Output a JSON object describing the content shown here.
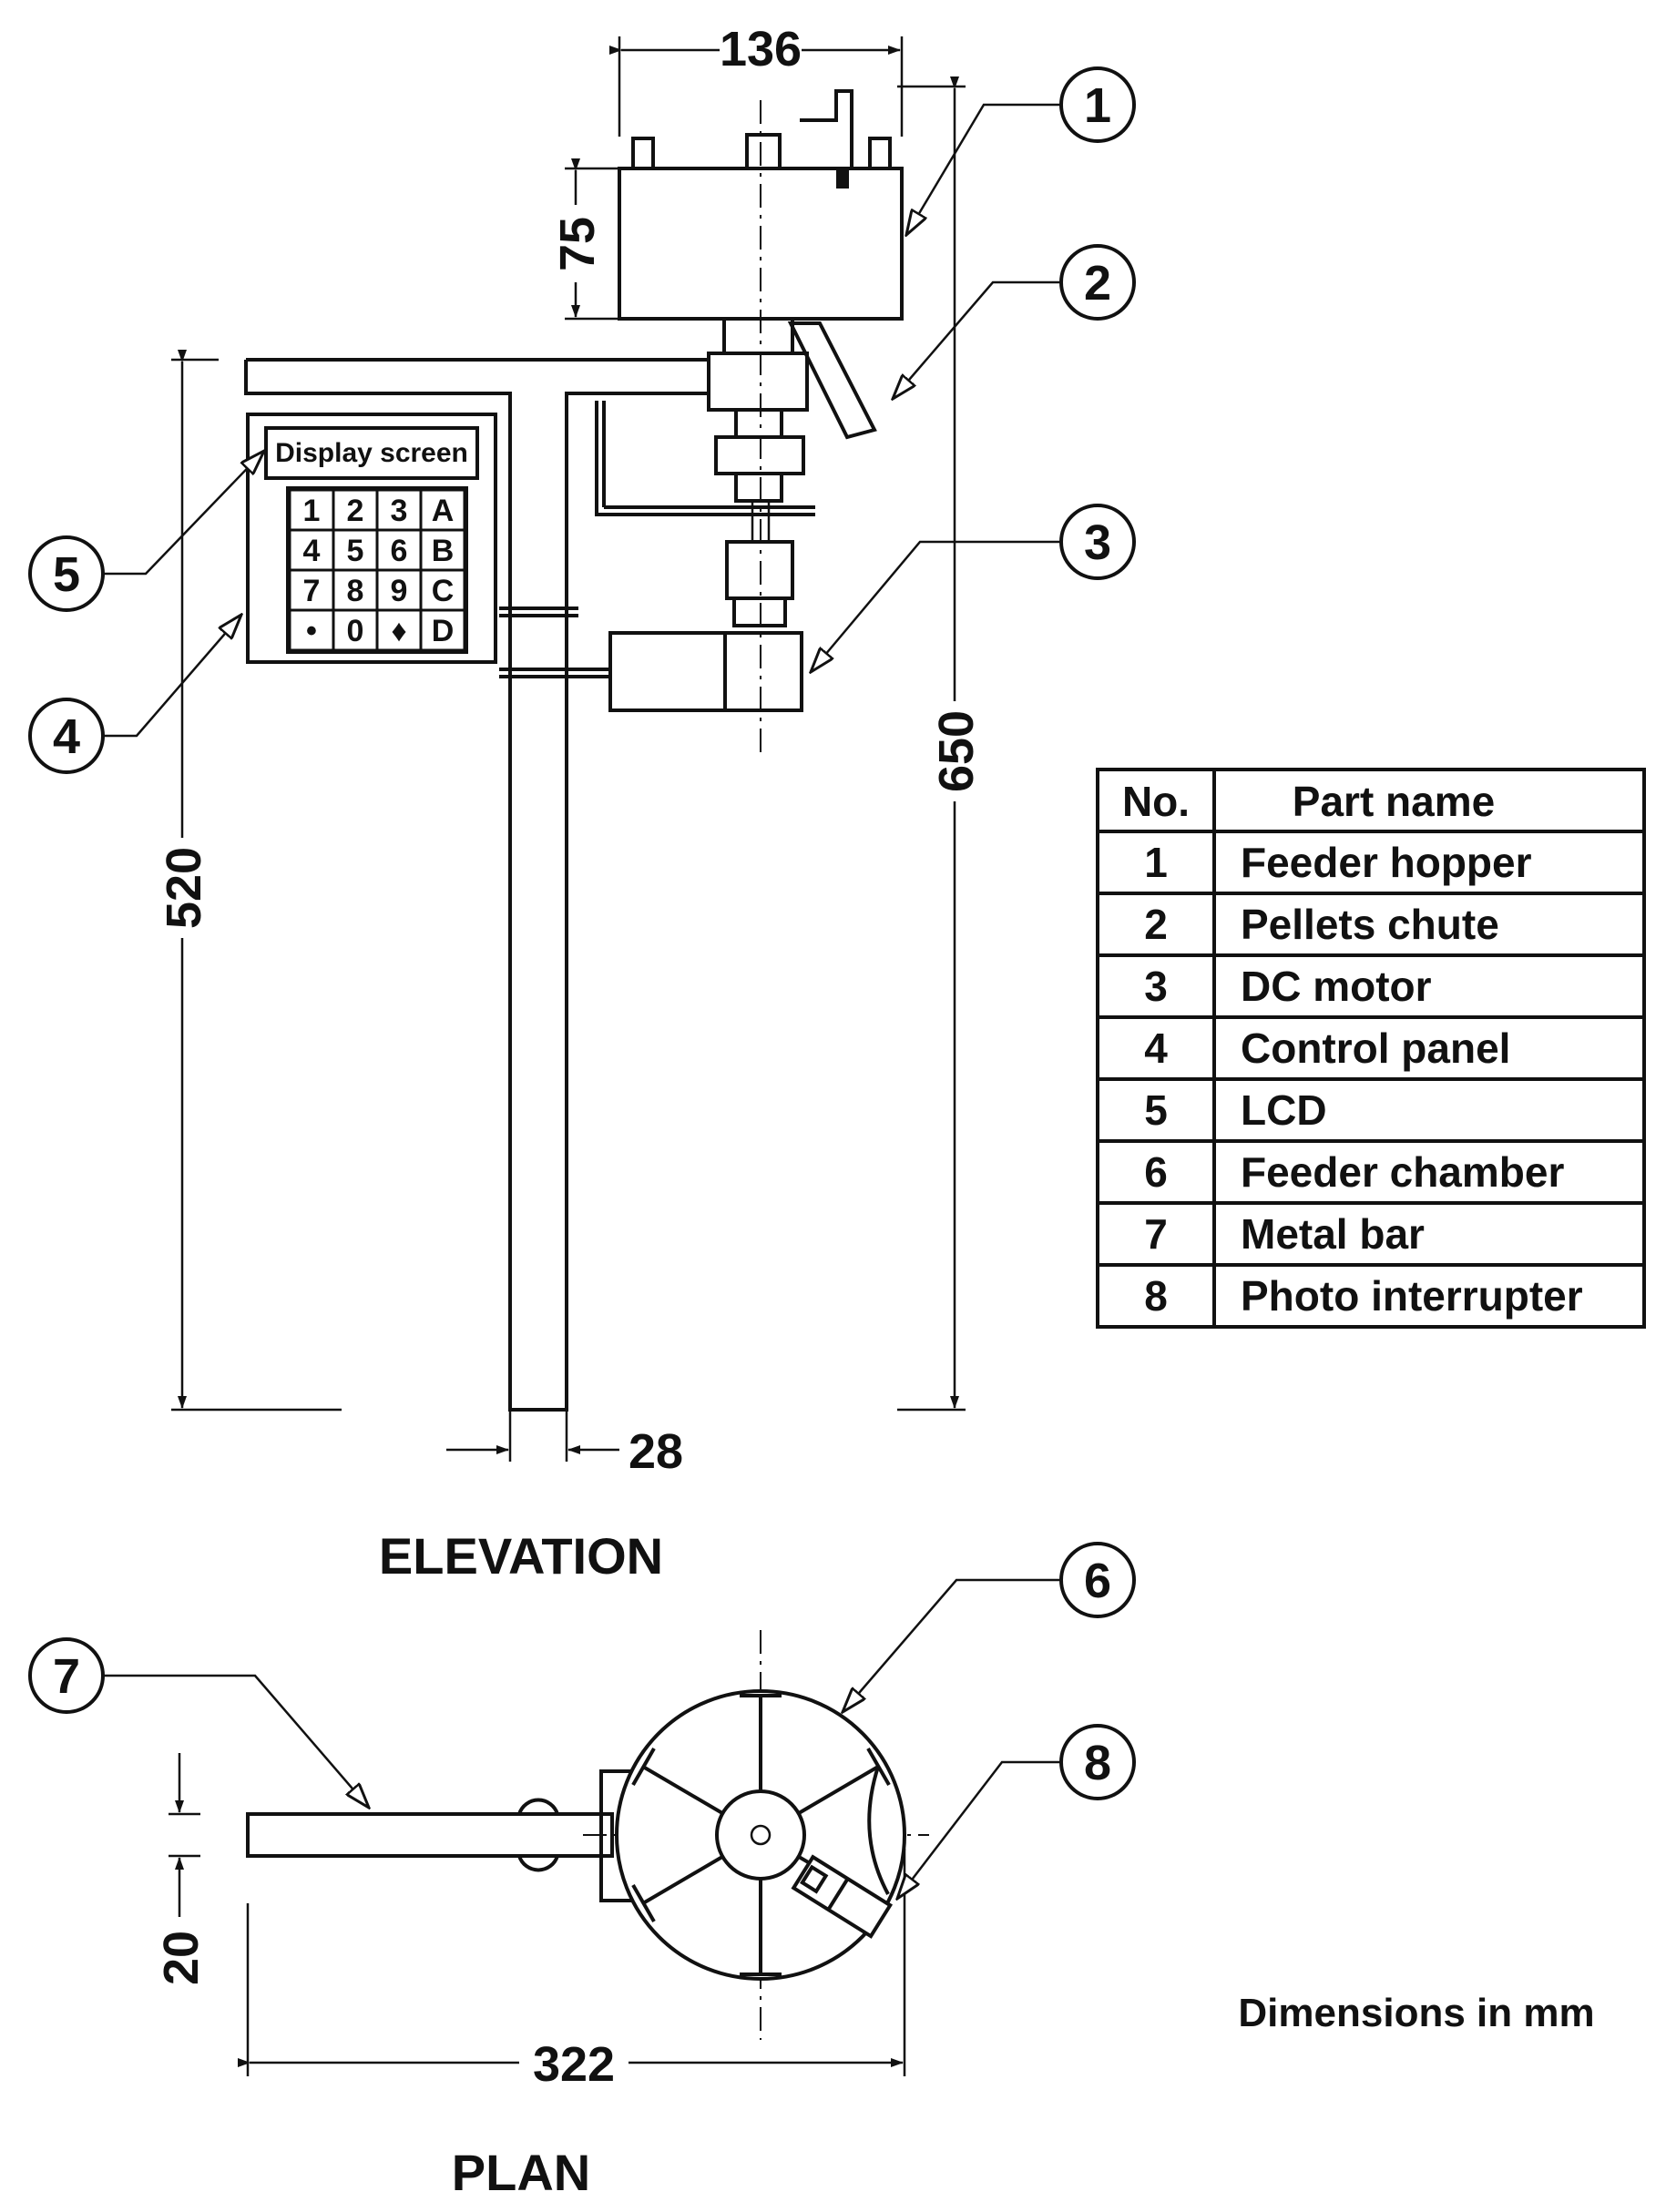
{
  "dimensions": {
    "hopper_width": "136",
    "hopper_height": "75",
    "total_height": "650",
    "stand_height": "520",
    "pole_width": "28",
    "bar_width": "20",
    "plan_length": "322"
  },
  "view_labels": {
    "elevation": "ELEVATION",
    "plan": "PLAN"
  },
  "control_panel": {
    "display_label": "Display screen",
    "keys": [
      "1",
      "2",
      "3",
      "A",
      "4",
      "5",
      "6",
      "B",
      "7",
      "8",
      "9",
      "C",
      "•",
      "0",
      "♦",
      "D"
    ]
  },
  "callouts": [
    "1",
    "2",
    "3",
    "4",
    "5",
    "6",
    "7",
    "8"
  ],
  "parts_table": {
    "headers": [
      "No.",
      "Part name"
    ],
    "rows": [
      {
        "no": "1",
        "name": "Feeder hopper"
      },
      {
        "no": "2",
        "name": "Pellets chute"
      },
      {
        "no": "3",
        "name": "DC motor"
      },
      {
        "no": "4",
        "name": "Control panel"
      },
      {
        "no": "5",
        "name": "LCD"
      },
      {
        "no": "6",
        "name": "Feeder chamber"
      },
      {
        "no": "7",
        "name": "Metal bar"
      },
      {
        "no": "8",
        "name": "Photo interrupter"
      }
    ]
  },
  "units_note": "Dimensions in mm"
}
